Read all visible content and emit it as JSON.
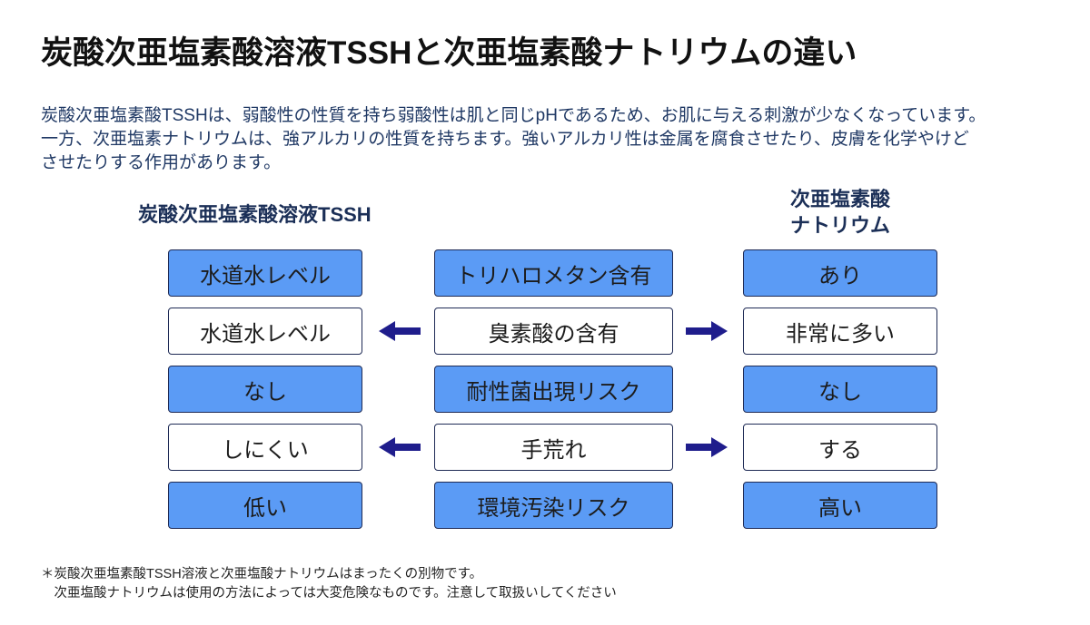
{
  "title": "炭酸次亜塩素酸溶液TSSHと次亜塩素酸ナトリウムの違い",
  "intro": {
    "lines": [
      "炭酸次亜塩素酸TSSHは、弱酸性の性質を持ち弱酸性は肌と同じpHであるため、お肌に与える刺激が少なくなっています。",
      "一方、次亜塩素ナトリウムは、強アルカリの性質を持ちます。強いアルカリ性は金属を腐食させたり、皮膚を化学やけど",
      "させたりする作用があります。"
    ]
  },
  "headers": {
    "left": "炭酸次亜塩素酸溶液TSSH",
    "right": [
      "次亜塩素酸",
      "ナトリウム"
    ]
  },
  "rows": [
    {
      "left": "水道水レベル",
      "center": "トリハロメタン含有",
      "right": "あり",
      "filled": true,
      "has_arrows": false
    },
    {
      "left": "水道水レベル",
      "center": "臭素酸の含有",
      "right": "非常に多い",
      "filled": false,
      "has_arrows": true
    },
    {
      "left": "なし",
      "center": "耐性菌出現リスク",
      "right": "なし",
      "filled": true,
      "has_arrows": false
    },
    {
      "left": "しにくい",
      "center": "手荒れ",
      "right": "する",
      "filled": false,
      "has_arrows": true
    },
    {
      "left": "低い",
      "center": "環境汚染リスク",
      "right": "高い",
      "filled": true,
      "has_arrows": false
    }
  ],
  "icons": {
    "left_arrow": "arrow-left-icon",
    "right_arrow": "arrow-right-icon"
  },
  "footnote": {
    "lines": [
      "＊炭酸次亜塩素酸TSSH溶液と次亜塩酸ナトリウムはまったくの別物です。",
      "　次亜塩酸ナトリウムは使用の方法によっては大変危険なものです。注意して取扱いしてください"
    ]
  },
  "colors": {
    "box_fill": "#5b9bf5",
    "box_border": "#1e2a55",
    "arrow": "#1f1d8c",
    "header_text": "#1b2f57",
    "body_text": "#1f3864",
    "title_text": "#111111"
  }
}
